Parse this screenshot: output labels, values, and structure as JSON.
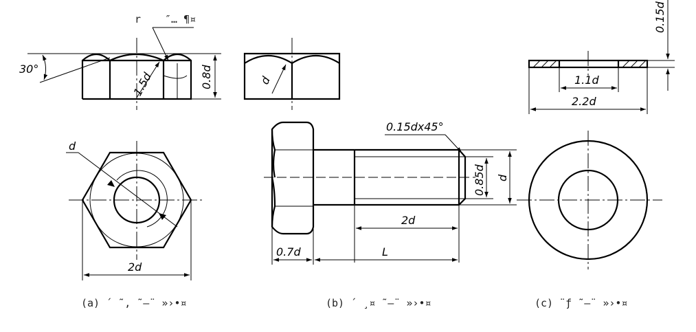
{
  "colors": {
    "ink": "#000000",
    "background": "#ffffff"
  },
  "nut": {
    "angle_label": "30°",
    "radius_label": "r",
    "radius_note": "″… ¶¤",
    "arc_radius_label": "1.5d",
    "height_label": "0.8d",
    "bore_label": "d",
    "width_label": "2d",
    "caption": "(a) ´ ˜‚ ˜–¨ »›•¤"
  },
  "side": {
    "dia_label": "d"
  },
  "bolt": {
    "chamfer_label": "0.15dx45°",
    "minor_label": "0.85d",
    "major_label": "d",
    "thread_label": "2d",
    "head_label": "0.7d",
    "length_label": "L",
    "caption": "(b) ´ ¸¤ ˜–¨ »›•¤"
  },
  "washer": {
    "thickness_label": "0.15d",
    "inner_label": "1.1d",
    "outer_label": "2.2d",
    "caption": "(c) ¨ƒ ˜–¨ »›•¤"
  }
}
